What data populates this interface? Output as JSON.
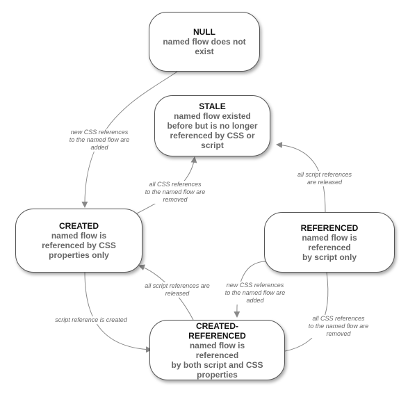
{
  "colors": {
    "edge": "#888888",
    "node_border": "#555555",
    "title": "#111111",
    "desc": "#666666"
  },
  "nodes": {
    "null": {
      "title": "NULL",
      "desc": "named flow does not\nexist"
    },
    "stale": {
      "title": "STALE",
      "desc": "named flow existed\nbefore but is no longer\nreferenced by CSS or\nscript"
    },
    "created": {
      "title": "CREATED",
      "desc": "named flow is\nreferenced by CSS\nproperties only"
    },
    "referenced": {
      "title": "REFERENCED",
      "desc": "named flow is\nreferenced\nby script only"
    },
    "created_referenced": {
      "title": "CREATED-\nREFERENCED",
      "desc": "named flow is\nreferenced\nby both script and CSS\nproperties"
    }
  },
  "edges": {
    "null_to_created": "new CSS references\nto the named flow are\nadded",
    "created_to_stale": "all CSS references\nto the named flow are\nremoved",
    "referenced_to_stale": "all script references\nare released",
    "created_to_cr": "script reference is created",
    "cr_to_created": "all script references are\nreleased",
    "referenced_to_cr": "new CSS references\nto the named flow are\nadded",
    "cr_to_referenced": "all CSS references\nto the named flow are\nremoved"
  }
}
